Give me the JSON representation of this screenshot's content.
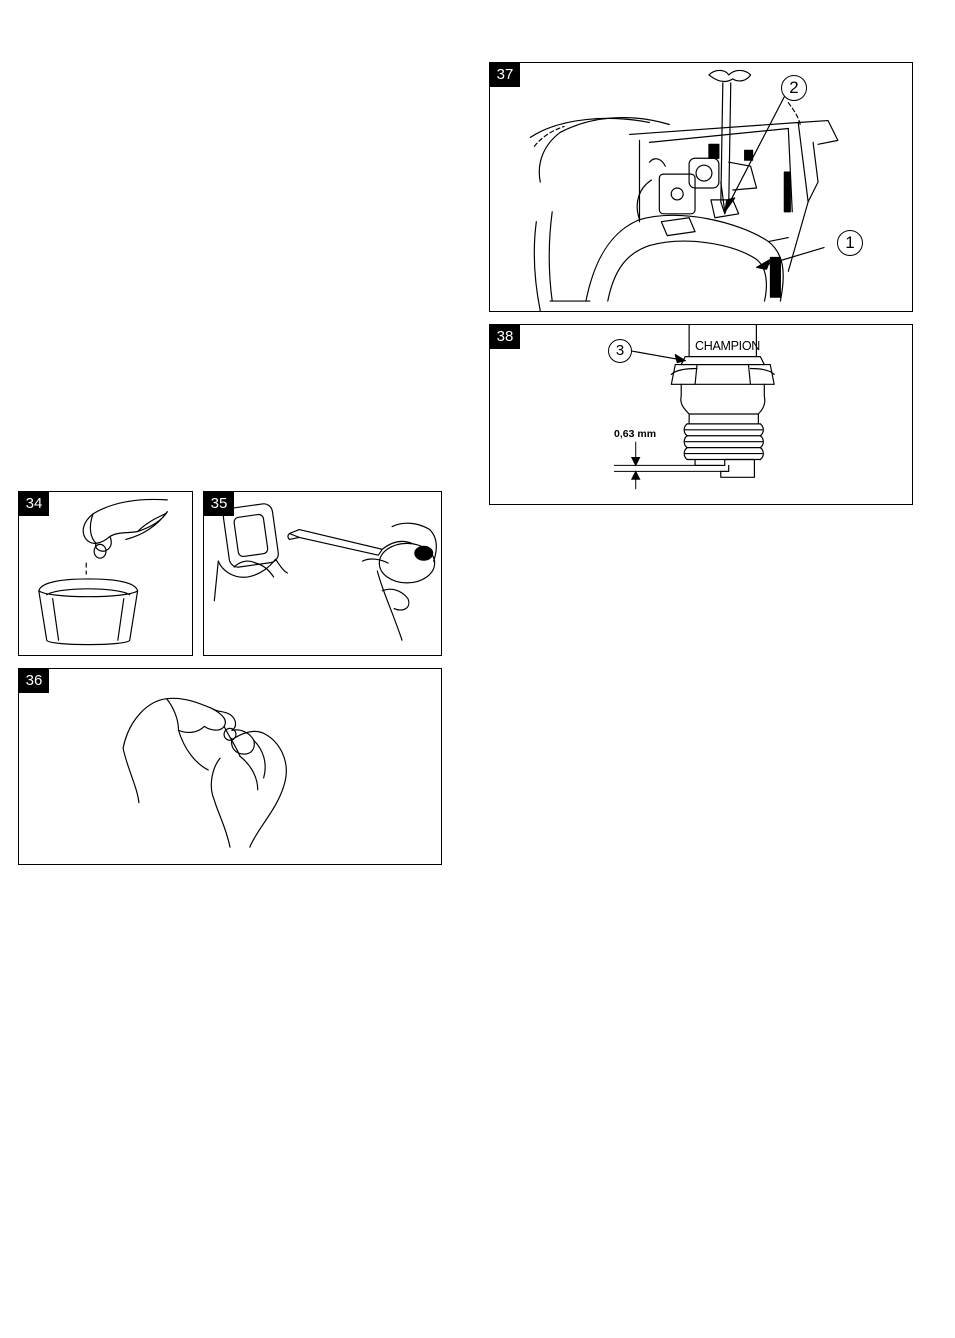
{
  "figures": {
    "fig34": {
      "number": "34"
    },
    "fig35": {
      "number": "35"
    },
    "fig36": {
      "number": "36"
    },
    "fig37": {
      "number": "37",
      "callouts": [
        "1",
        "2"
      ]
    },
    "fig38": {
      "number": "38",
      "callout": "3",
      "brand_text": "CHAMPION",
      "gap_label": "0,63 mm"
    }
  },
  "icons": [
    "hands-drip-icon",
    "air-filter-icon",
    "oil-can-icon",
    "hands-squeeze-icon",
    "carburetor-screwdriver-icon",
    "spark-plug-icon",
    "gap-arrow-icon"
  ]
}
